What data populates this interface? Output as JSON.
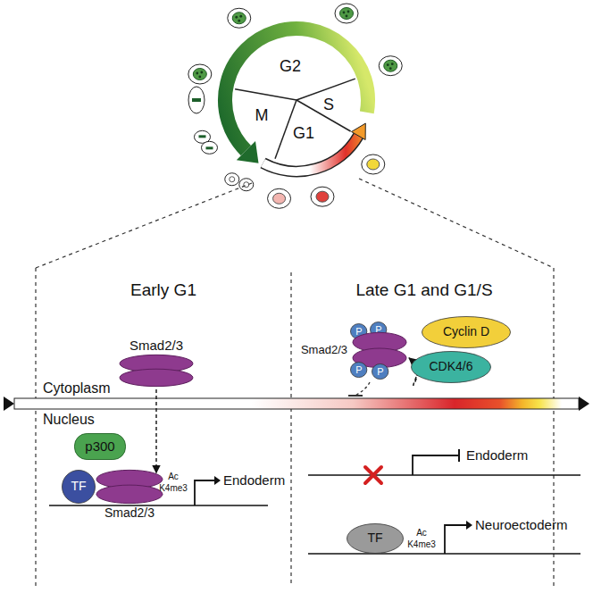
{
  "diagram": {
    "nodes": [
      {
        "text": [
          "Smad2/3"
        ]
      },
      {
        "text": [
          "p300"
        ]
      },
      {
        "text": [
          "TF"
        ]
      },
      {
        "text": [
          "Smad2/3"
        ]
      },
      {
        "text": [
          "P"
        ]
      },
      {
        "text": [
          "P"
        ]
      },
      {
        "text": [
          "Smad2/3"
        ]
      },
      {
        "text": [
          "P"
        ]
      },
      {
        "text": [
          "P"
        ]
      },
      {
        "text": [
          "Cyclin D"
        ]
      },
      {
        "text": [
          "CDK4/6"
        ]
      },
      {
        "text": [
          "TF"
        ]
      }
    ],
    "edges": [
      {
        "from": 0,
        "to": 3,
        "arrow": "to"
      },
      {
        "from": 10,
        "to": 6,
        "arrow": "to"
      }
    ],
    "labels": [
      "G2",
      "S",
      "M",
      "G1",
      "Early G1",
      "Late G1 and G1/S",
      "Cytoplasm",
      "Nucleus",
      "Ac",
      "K4me3",
      "Endoderm",
      "Endoderm",
      "Ac",
      "K4me3",
      "Neuroectoderm"
    ]
  }
}
